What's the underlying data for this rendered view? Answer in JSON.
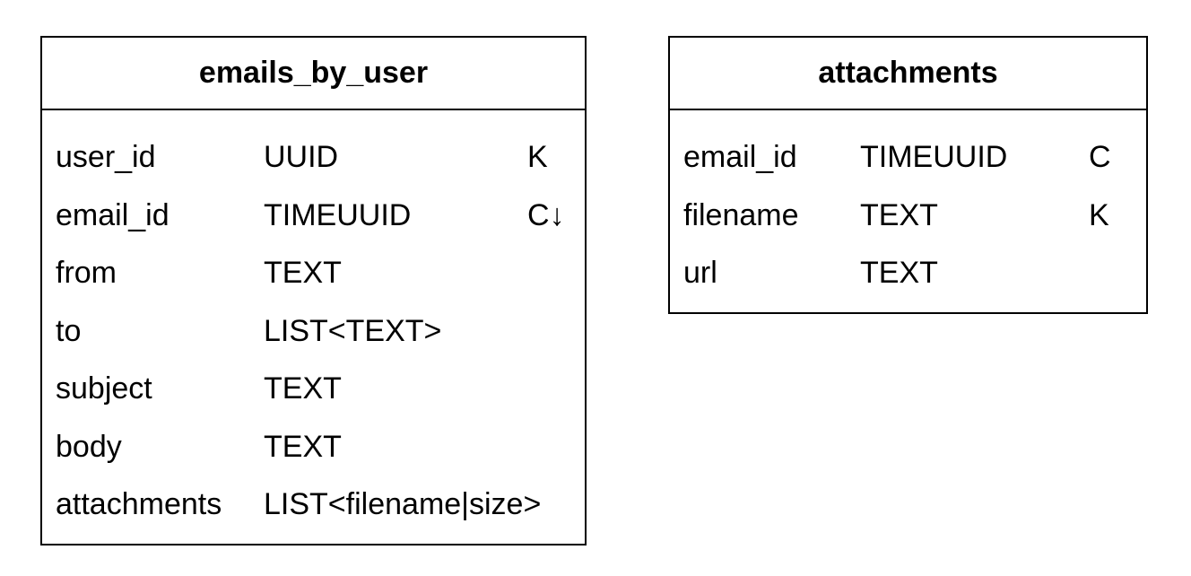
{
  "tables": [
    {
      "name": "emails_by_user",
      "columns": [
        {
          "name": "user_id",
          "type": "UUID",
          "key": "K"
        },
        {
          "name": "email_id",
          "type": "TIMEUUID",
          "key": "C↓"
        },
        {
          "name": "from",
          "type": "TEXT",
          "key": ""
        },
        {
          "name": "to",
          "type": "LIST<TEXT>",
          "key": ""
        },
        {
          "name": "subject",
          "type": "TEXT",
          "key": ""
        },
        {
          "name": "body",
          "type": "TEXT",
          "key": ""
        },
        {
          "name": "attachments",
          "type": "LIST<filename|size>",
          "key": ""
        }
      ]
    },
    {
      "name": "attachments",
      "columns": [
        {
          "name": "email_id",
          "type": "TIMEUUID",
          "key": "C"
        },
        {
          "name": "filename",
          "type": "TEXT",
          "key": "K"
        },
        {
          "name": "url",
          "type": "TEXT",
          "key": ""
        }
      ]
    }
  ]
}
